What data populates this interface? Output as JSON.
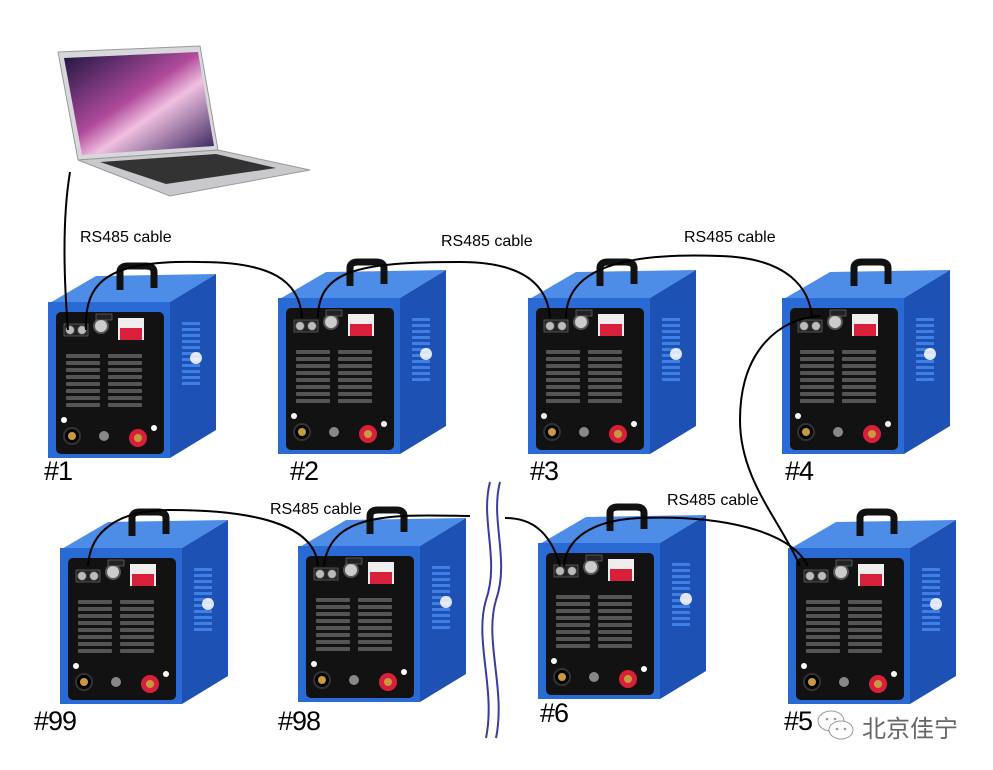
{
  "cable_labels": [
    "RS485 cable",
    "RS485 cable",
    "RS485 cable",
    "RS485 cable",
    "RS485 cable"
  ],
  "machines": [
    "#1",
    "#2",
    "#3",
    "#4",
    "#99",
    "#98",
    "#6",
    "#5"
  ],
  "watermark": "北京佳宁",
  "colors": {
    "machine_body": "#2a6ad4",
    "panel": "#121212",
    "breaker": "#d8203a",
    "cable": "#000000",
    "break_mark": "#3a3aa0"
  }
}
